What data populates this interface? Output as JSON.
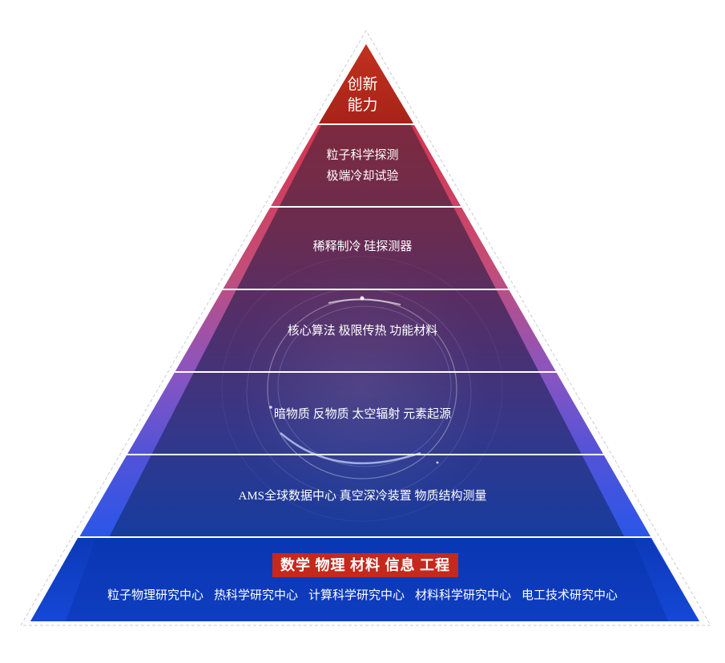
{
  "pyramid": {
    "apex": [
      "创新",
      "能力"
    ],
    "levels": [
      [
        "粒子科学探测",
        "极端冷却试验"
      ],
      [
        "稀释制冷 硅探测器"
      ],
      [
        "核心算法 极限传热 功能材料"
      ],
      [
        "暗物质 反物质 太空辐射 元素起源"
      ],
      [
        "AMS全球数据中心 真空深冷装置 物质结构测量"
      ]
    ],
    "base": {
      "title": "数学 物理 材料 信息 工程",
      "centers": [
        "粒子物理研究中心",
        "热科学研究中心",
        "计算科学研究中心",
        "材料科学研究中心",
        "电工技术研究中心"
      ]
    }
  },
  "colors": {
    "apex": "#b8281a",
    "tier1": "#8c2e40",
    "tier2": "#7a3050",
    "tier3": "#5a2f6a",
    "tier4": "#3a3580",
    "tier5": "#1b3aa0",
    "base": "#0f3ec2",
    "badge": "#c5281d"
  }
}
